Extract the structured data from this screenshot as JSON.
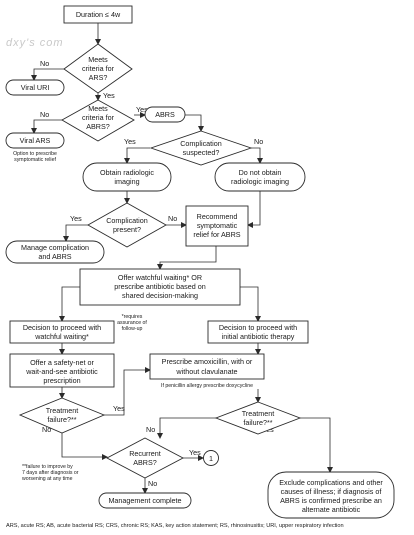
{
  "watermark": "dxy's com",
  "nodes": {
    "start": "Duration ≤ 4w",
    "d_ars": [
      "Meets",
      "criteria for",
      "ARS?"
    ],
    "viral_uri": "Viral URI",
    "d_abrs": [
      "Meets",
      "criteria for",
      "ABRS?"
    ],
    "abrs": "ABRS",
    "viral_ars": "Viral ARS",
    "viral_ars_note": [
      "Option to prescribe",
      "symptomatic relief"
    ],
    "d_complication_suspected": [
      "Complication",
      "suspected?"
    ],
    "obtain_imaging": [
      "Obtain radiologic",
      "imaging"
    ],
    "no_imaging": [
      "Do not obtain",
      "radiologic imaging"
    ],
    "d_complication_present": [
      "Complication",
      "present?"
    ],
    "recommend_relief": [
      "Recommend",
      "symptomatic",
      "relief for ABRS"
    ],
    "manage_complication": [
      "Manage complication",
      "and ABRS"
    ],
    "offer_watchful": [
      "Offer watchful waiting* OR",
      "prescribe antibiotic based on",
      "shared decision-making"
    ],
    "requires_note": [
      "*requires",
      "assurance of",
      "follow-up"
    ],
    "decide_watchful": [
      "Decision to proceed with",
      "watchful waiting*"
    ],
    "decide_antibiotic": [
      "Decision to proceed with",
      "initial antibiotic therapy"
    ],
    "safety_net": [
      "Offer a safety-net or",
      "wait-and-see antibiotic",
      "prescription"
    ],
    "prescribe_amox": [
      "Prescribe amoxicillin, with or",
      "without clavulanate"
    ],
    "penicillin_note": "If penicillin allergy prescribe doxycycline",
    "d_treatment_left": [
      "Treatment",
      "failure?**"
    ],
    "d_treatment_right": [
      "Treatment",
      "failure?**"
    ],
    "failure_note": [
      "**failure to improve by",
      "7 days after diagnosis or",
      "worsening at any time"
    ],
    "d_recurrent": [
      "Recurrent",
      "ABRS?"
    ],
    "connector": "1",
    "exclude": [
      "Exclude complications and other",
      "causes of illness; if diagnosis of",
      "ABRS is confirmed prescribe an",
      "alternate antibiotic"
    ],
    "complete": "Management complete"
  },
  "edge_labels": {
    "yes": "Yes",
    "no": "No"
  },
  "footer": "ARS, acute RS; AB, acute bacterial RS; CRS, chronic RS; KAS, key action statement; RS, rhinosinusitis; URI, upper respiratory infection"
}
